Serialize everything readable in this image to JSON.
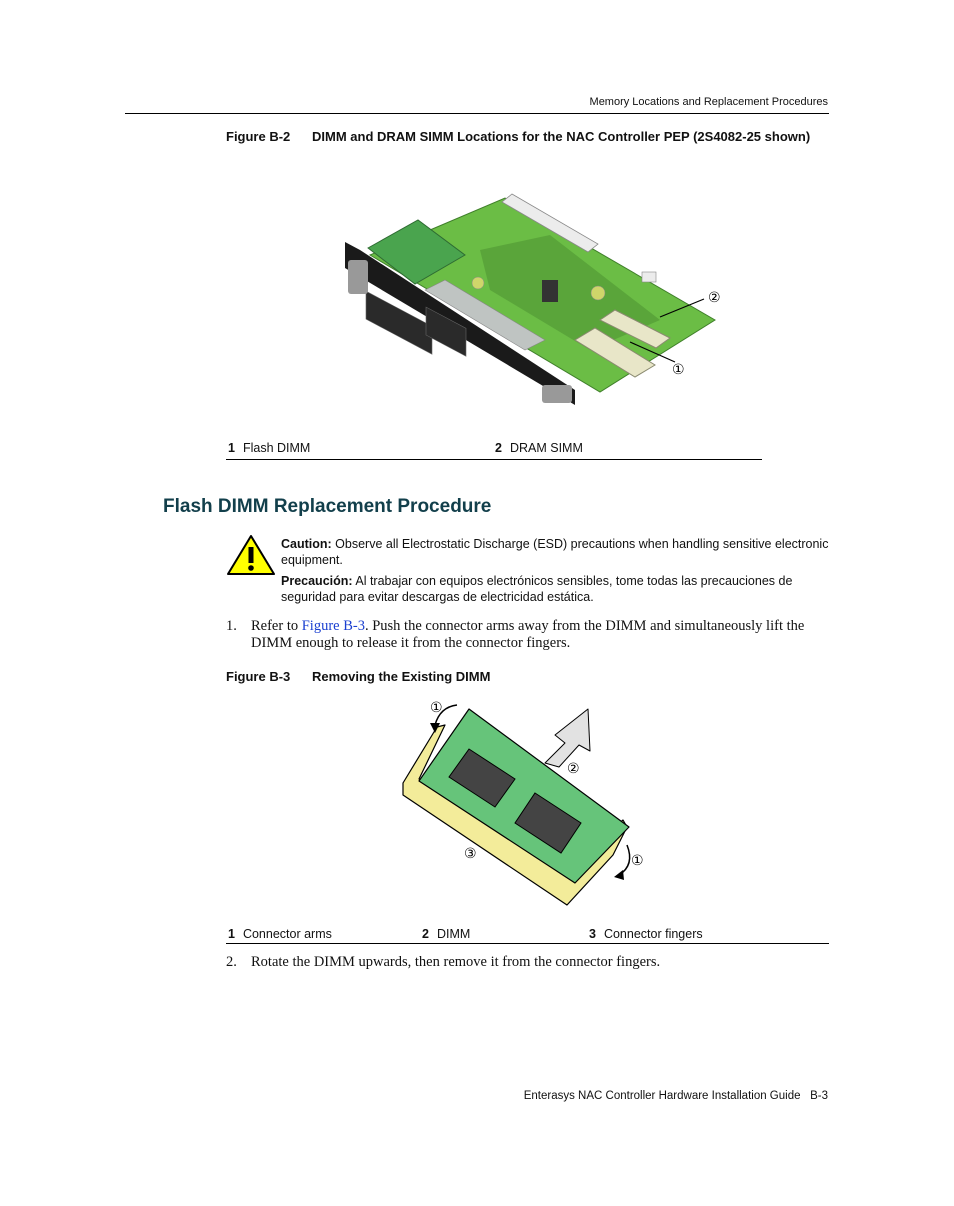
{
  "header": {
    "running_title": "Memory Locations and Replacement Procedures"
  },
  "figure_b2": {
    "number": "Figure B-2",
    "title": "DIMM and DRAM SIMM Locations for the NAC Controller PEP (2S4082-25 shown)",
    "callouts": [
      "①",
      "②"
    ],
    "legend": [
      {
        "num": "1",
        "label": "Flash DIMM"
      },
      {
        "num": "2",
        "label": "DRAM SIMM"
      }
    ]
  },
  "section": {
    "title": "Flash DIMM Replacement Procedure"
  },
  "caution": {
    "en_label": "Caution:",
    "en_text": "Observe all Electrostatic Discharge (ESD) precautions when handling sensitive electronic equipment.",
    "es_label": "Precaución:",
    "es_text": "Al trabajar con equipos electrónicos sensibles, tome todas las precauciones de seguridad para evitar descargas de electricidad estática."
  },
  "steps": [
    {
      "num": "1.",
      "pre": "Refer to ",
      "link": "Figure B-3",
      "post": ". Push the connector arms away from the DIMM and simultaneously lift the DIMM enough to release it from the connector fingers."
    },
    {
      "num": "2.",
      "text": "Rotate the DIMM upwards, then remove it from the connector fingers."
    }
  ],
  "figure_b3": {
    "number": "Figure B-3",
    "title": "Removing the Existing DIMM",
    "callouts": [
      "①",
      "②",
      "③",
      "①"
    ],
    "legend": [
      {
        "num": "1",
        "label": "Connector arms"
      },
      {
        "num": "2",
        "label": "DIMM"
      },
      {
        "num": "3",
        "label": "Connector fingers"
      }
    ]
  },
  "footer": {
    "text": "Enterasys NAC Controller Hardware Installation Guide",
    "page": "B-3"
  },
  "colors": {
    "heading": "#123f4b",
    "link": "#1a3fd0",
    "board_green": "#6bbd45",
    "dimm_green": "#66c47a",
    "connector_yellow": "#f3ec9a",
    "warning_yellow": "#ffff00"
  }
}
